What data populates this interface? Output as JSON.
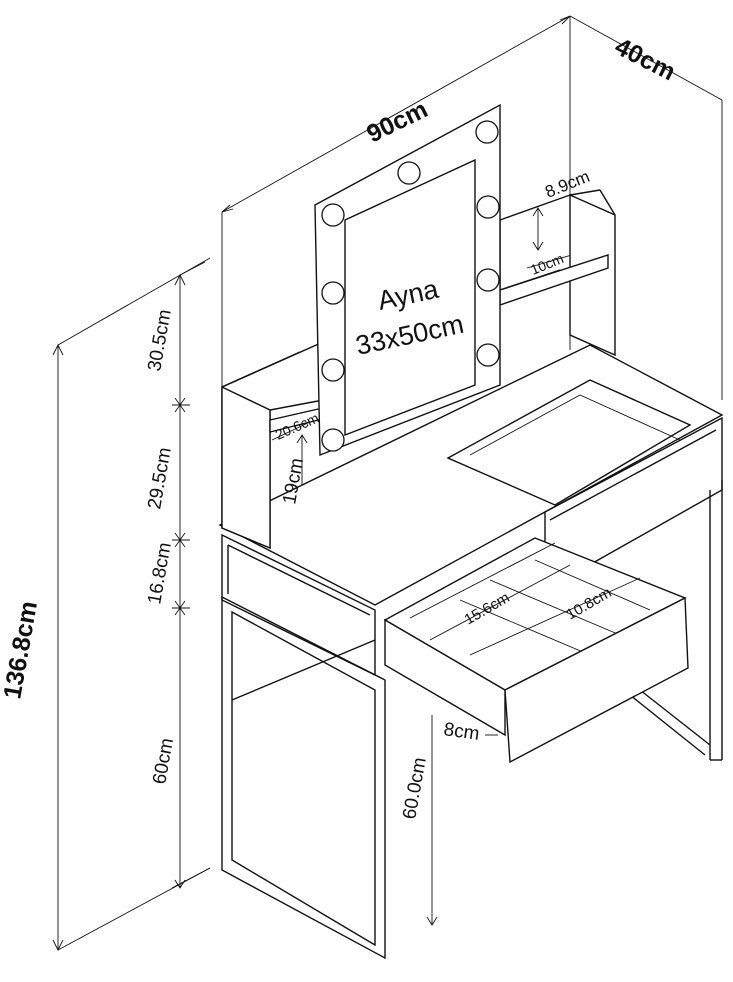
{
  "dimensions": {
    "width": "90cm",
    "depth": "40cm",
    "total_height": "136.8cm",
    "top_section": "30.5cm",
    "mid_section": "29.5cm",
    "drawer_band": "16.8cm",
    "legs_left": "60cm",
    "legs_right": "60.0cm",
    "shelf_left_depth": "20.6cm",
    "shelf_left_gap": "19cm",
    "shelf_right_gap": "8.9cm",
    "shelf_right_depth": "10cm",
    "drawer_depth": "8cm",
    "compartment_a": "15.6cm",
    "compartment_b": "10.8cm"
  },
  "mirror": {
    "name": "Ayna",
    "size": "33x50cm"
  }
}
